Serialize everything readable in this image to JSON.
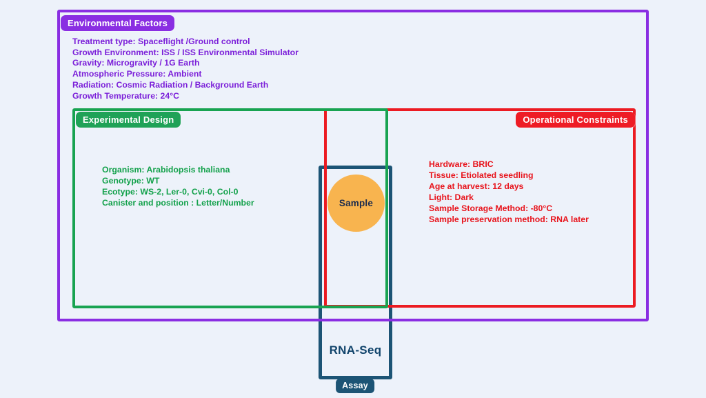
{
  "background": "#edf2fa",
  "environmental_factors": {
    "label": "Environmental Factors",
    "border_color": "#8a2ee2",
    "text_color": "#7b1fd9",
    "lines": [
      "Treatment type: Spaceflight /Ground control",
      "Growth Environment: ISS / ISS Environmental Simulator",
      "Gravity: Microgravity / 1G Earth",
      "Atmospheric Pressure: Ambient",
      "Radiation: Cosmic Radiation / Background Earth",
      "Growth Temperature: 24°C"
    ]
  },
  "experimental_design": {
    "label": "Experimental Design",
    "border_color": "#18a351",
    "text_color": "#13a14b",
    "lines": [
      "Organism: Arabidopsis thaliana",
      "Genotype: WT",
      "Ecotype: WS-2, Ler-0, Cvi-0, Col-0",
      "Canister and position : Letter/Number"
    ]
  },
  "operational_constraints": {
    "label": "Operational Constraints",
    "border_color": "#ec1b22",
    "text_color": "#e8141c",
    "lines": [
      "Hardware: BRIC",
      "Tissue: Etiolated seedling",
      "Age at harvest: 12 days",
      "Light: Dark",
      "Sample Storage Method: -80°C",
      "Sample preservation method: RNA later"
    ]
  },
  "assay": {
    "label": "Assay",
    "border_color": "#1c5475",
    "sample_label": "Sample",
    "sample_circle_color": "#f8b44f",
    "method": "RNA-Seq"
  }
}
